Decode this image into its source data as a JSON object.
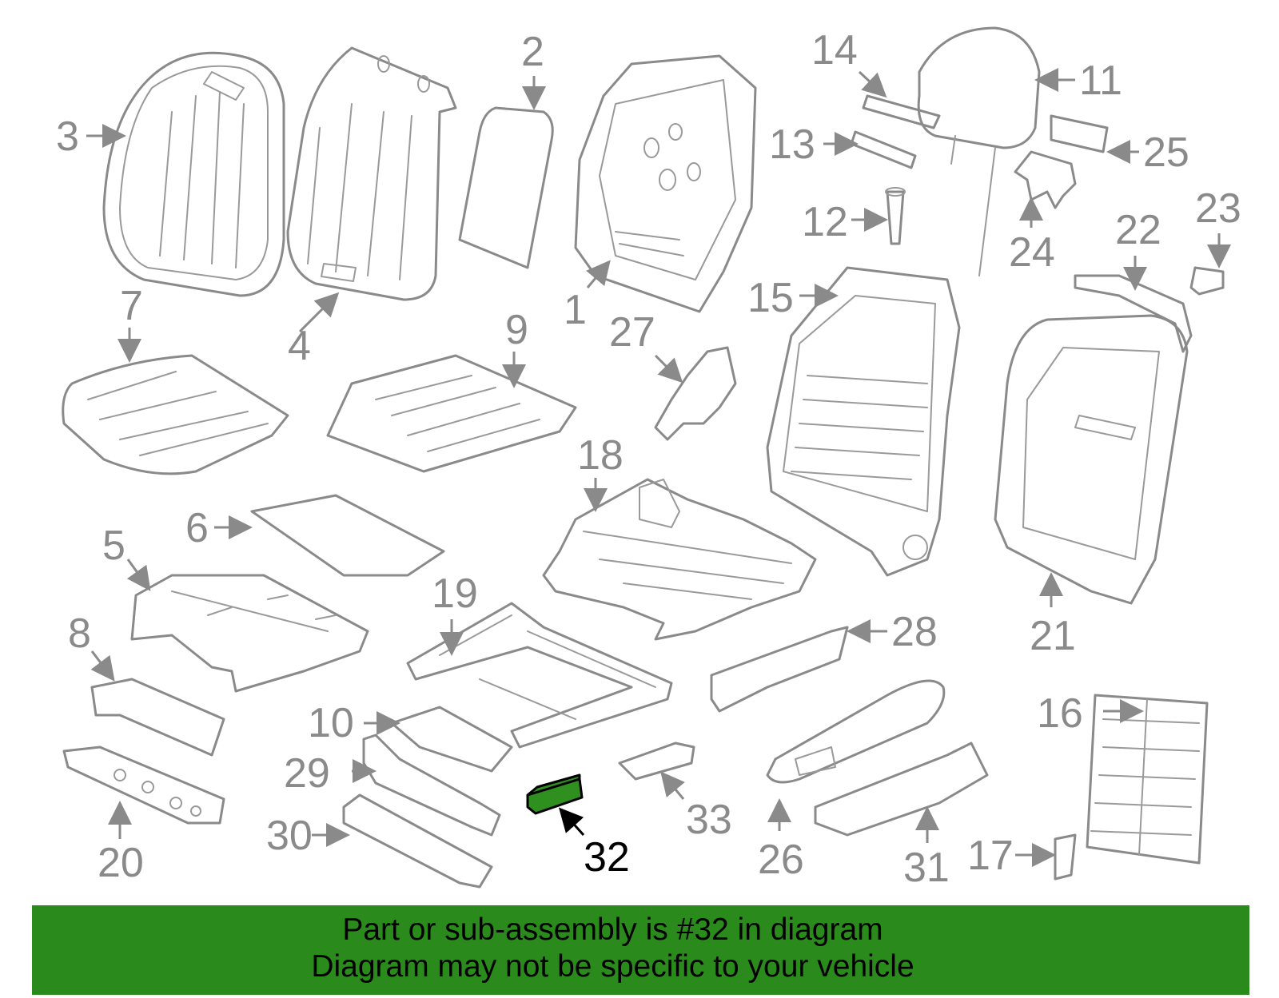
{
  "diagram": {
    "highlighted_part": "32",
    "callouts": [
      "1",
      "2",
      "3",
      "4",
      "5",
      "6",
      "7",
      "8",
      "9",
      "10",
      "11",
      "12",
      "13",
      "14",
      "15",
      "16",
      "17",
      "18",
      "19",
      "20",
      "21",
      "22",
      "23",
      "24",
      "25",
      "26",
      "27",
      "28",
      "29",
      "30",
      "31",
      "32",
      "33"
    ],
    "colors": {
      "line": "#8a8a8a",
      "highlight": "#2f8f1f",
      "banner": "#2a8a1c"
    }
  },
  "banner": {
    "line1": "Part or sub-assembly is #32 in diagram",
    "line2": "Diagram may not be specific to your vehicle"
  }
}
